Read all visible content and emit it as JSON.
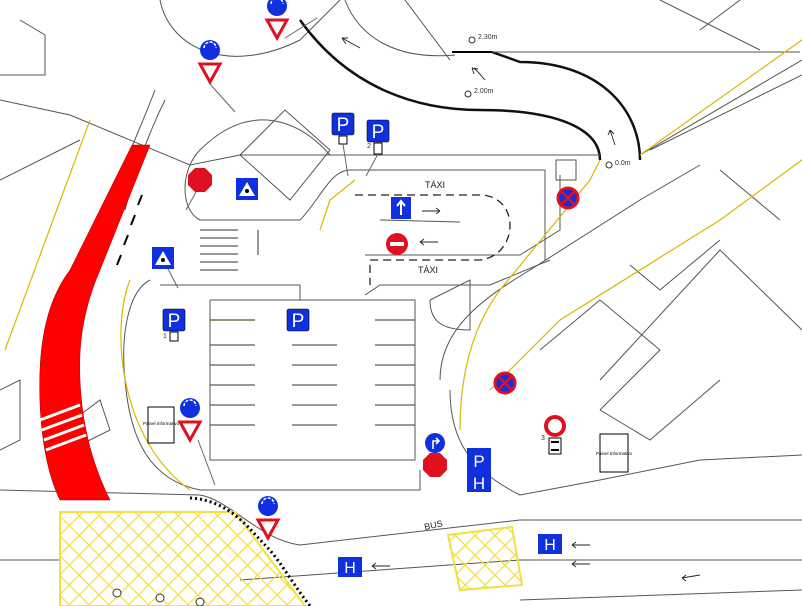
{
  "labels": {
    "taxi_top": "TÁXI",
    "taxi_bottom": "TÁXI",
    "bus": "BUS",
    "dim_230": "2.30m",
    "dim_200": "2.00m",
    "dim_00": "0.0m",
    "info_panel_left": "Painel Informativo",
    "info_panel_right": "Painel Informativo",
    "plate_1": "1",
    "plate_2": "2",
    "plate_3": "3"
  },
  "signs": {
    "parking_letter": "P",
    "bus_stop_letter": "H"
  },
  "colors": {
    "sign_blue": "#1030e0",
    "sign_red": "#e01020",
    "bike_lane": "#ff0000",
    "yellow_hatch": "#f0e040"
  }
}
